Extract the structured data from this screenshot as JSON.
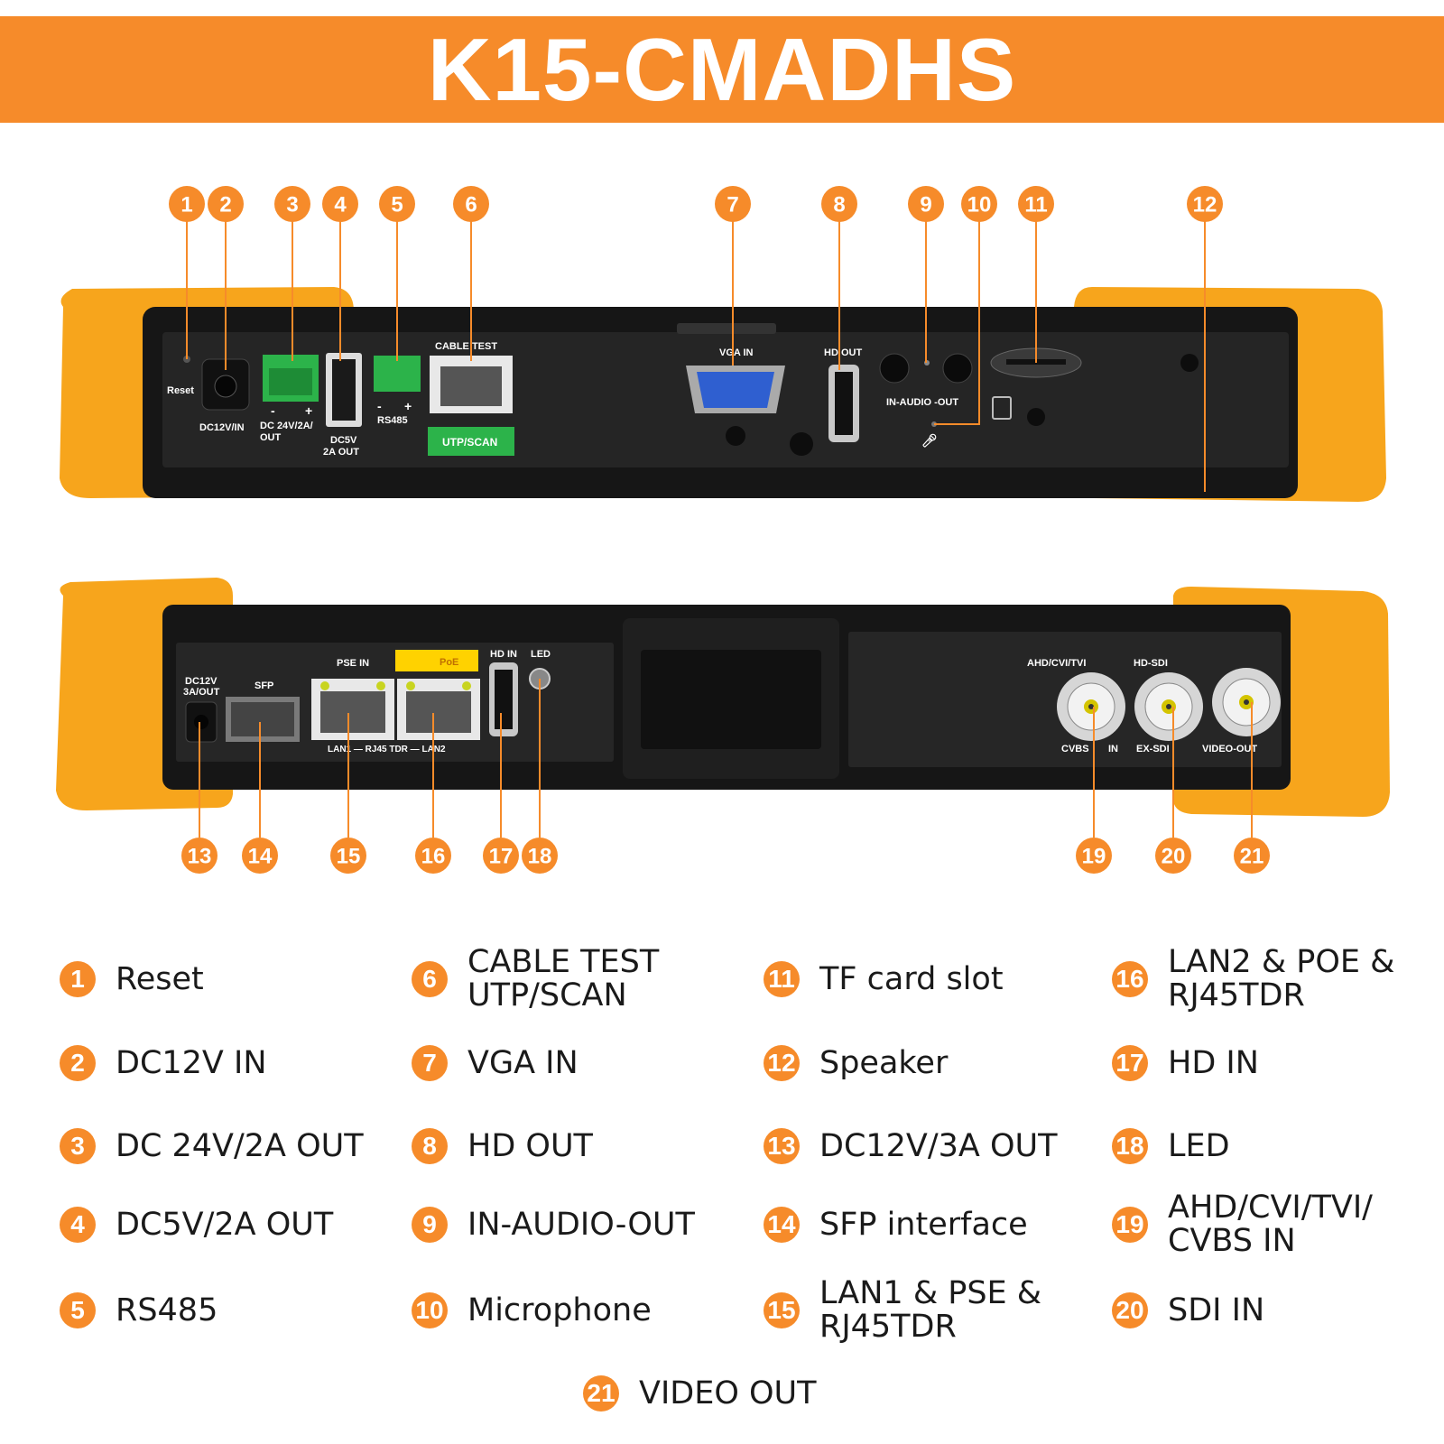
{
  "title": "K15-CMADHS",
  "top_panel_labels": {
    "reset": "Reset",
    "dc12v_in": "DC12V/IN",
    "dc24v_out": "DC 24V/2A/\nOUT",
    "dc5v_out": "DC5V\n2A OUT",
    "rs485": "RS485",
    "cable_test": "CABLE TEST",
    "utp_scan": "UTP/SCAN",
    "vga_in": "VGA IN",
    "hd_out": "HD OUT",
    "in_audio_out": "IN-AUDIO -OUT",
    "minus": "-",
    "plus": "+"
  },
  "bottom_panel_labels": {
    "dc12v_out": "DC12V\n3A/OUT",
    "sfp": "SFP",
    "pse_in": "PSE IN",
    "poe": "PoE",
    "lan_row": "LAN1 — RJ45 TDR — LAN2",
    "hd_in": "HD IN",
    "led": "LED",
    "ahd": "AHD/CVI/TVI",
    "hdsdi": "HD-SDI",
    "cvbs": "CVBS",
    "in": "IN",
    "exsdi": "EX-SDI",
    "video_out": "VIDEO-OUT"
  },
  "callouts_top": [
    "1",
    "2",
    "3",
    "4",
    "5",
    "6",
    "7",
    "8",
    "9",
    "10",
    "11",
    "12"
  ],
  "callouts_bottom": [
    "13",
    "14",
    "15",
    "16",
    "17",
    "18",
    "19",
    "20",
    "21"
  ],
  "legend": [
    {
      "num": "1",
      "text": "Reset"
    },
    {
      "num": "2",
      "text": "DC12V IN"
    },
    {
      "num": "3",
      "text": "DC 24V/2A OUT"
    },
    {
      "num": "4",
      "text": "DC5V/2A OUT"
    },
    {
      "num": "5",
      "text": "RS485"
    },
    {
      "num": "6",
      "text": "CABLE TEST\nUTP/SCAN"
    },
    {
      "num": "7",
      "text": "VGA IN"
    },
    {
      "num": "8",
      "text": "HD OUT"
    },
    {
      "num": "9",
      "text": "IN-AUDIO-OUT"
    },
    {
      "num": "10",
      "text": "Microphone"
    },
    {
      "num": "11",
      "text": "TF card slot"
    },
    {
      "num": "12",
      "text": "Speaker"
    },
    {
      "num": "13",
      "text": "DC12V/3A OUT"
    },
    {
      "num": "14",
      "text": "SFP interface"
    },
    {
      "num": "15",
      "text": "LAN1 & PSE &\nRJ45TDR"
    },
    {
      "num": "16",
      "text": "LAN2 & POE &\nRJ45TDR"
    },
    {
      "num": "17",
      "text": "HD IN"
    },
    {
      "num": "18",
      "text": "LED"
    },
    {
      "num": "19",
      "text": "AHD/CVI/TVI/\nCVBS IN"
    },
    {
      "num": "20",
      "text": "SDI IN"
    },
    {
      "num": "21",
      "text": "VIDEO OUT"
    }
  ],
  "colors": {
    "accent": "#f68b2a",
    "bumper": "#f7a51c",
    "body": "#1b1b1b",
    "panel": "#2a2a2a",
    "green": "#2cb34a",
    "vga": "#2f5fd0",
    "poe_tag": "#ffd200"
  }
}
